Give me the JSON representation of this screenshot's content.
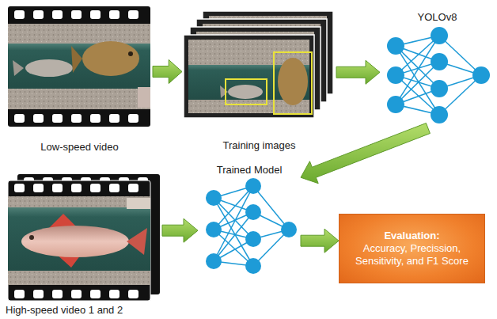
{
  "diagram": {
    "nodes": [
      {
        "text": [
          "Low-speed video"
        ]
      },
      {
        "text": [
          "Training images"
        ]
      },
      {
        "text": [
          "YOLOv8"
        ]
      },
      {
        "text": [
          "High-speed video 1 and 2"
        ]
      },
      {
        "text": [
          "Trained Model"
        ]
      },
      {
        "text": [
          "Evaluation:",
          "Accuracy, Precission, Sensitivity, and F1 Score"
        ]
      }
    ],
    "edges": [
      {
        "from": 0,
        "to": 1,
        "arrow": "to"
      },
      {
        "from": 1,
        "to": 2,
        "arrow": "to"
      },
      {
        "from": 2,
        "to": 4,
        "arrow": "to"
      },
      {
        "from": 3,
        "to": 4,
        "arrow": "to"
      },
      {
        "from": 4,
        "to": 5,
        "arrow": "to"
      }
    ]
  }
}
